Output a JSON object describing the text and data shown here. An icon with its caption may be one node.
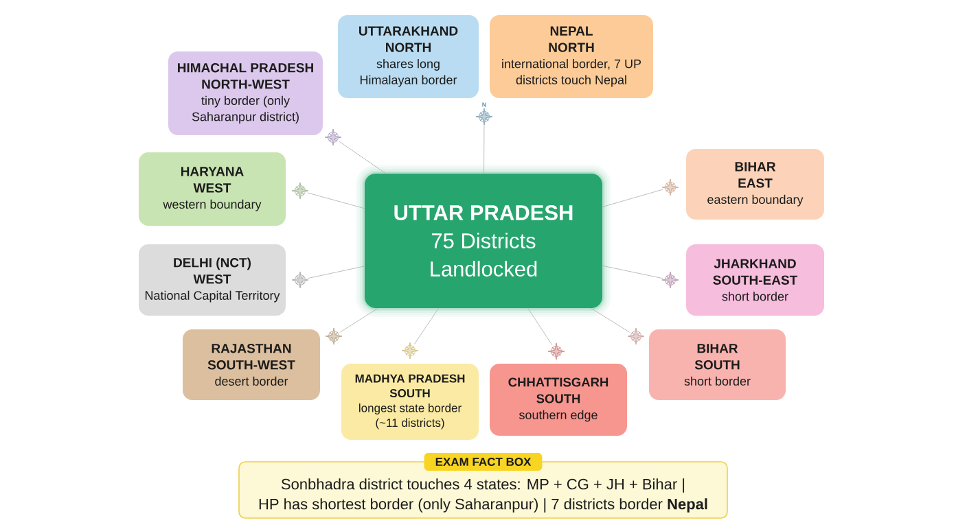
{
  "diagram": {
    "nodes": [
      {
        "text": [
          "UTTAR PRADESH",
          "75 Districts",
          "Landlocked"
        ]
      },
      {
        "text": [
          "HIMACHAL PRADESH",
          "NORTH-WEST",
          "tiny border (only Saharanpur district)"
        ]
      },
      {
        "text": [
          "UTTARAKHAND",
          "NORTH",
          "shares long Himalayan border"
        ]
      },
      {
        "text": [
          "NEPAL",
          "NORTH",
          "international border, 7 UP districts touch Nepal"
        ]
      },
      {
        "text": [
          "HARYANA",
          "WEST",
          "western boundary"
        ]
      },
      {
        "text": [
          "BIHAR",
          "EAST",
          "eastern boundary"
        ]
      },
      {
        "text": [
          "DELHI (NCT)",
          "WEST",
          "National Capital Territory"
        ]
      },
      {
        "text": [
          "JHARKHAND",
          "SOUTH-EAST",
          "short border"
        ]
      },
      {
        "text": [
          "RAJASTHAN",
          "SOUTH-WEST",
          "desert border"
        ]
      },
      {
        "text": [
          "BIHAR",
          "SOUTH",
          "short border"
        ]
      },
      {
        "text": [
          "MADHYA PRADESH",
          "SOUTH",
          "longest state border (~11 districts)"
        ]
      },
      {
        "text": [
          "CHHATTISGARH",
          "SOUTH",
          "southern edge"
        ]
      },
      {
        "text": [
          "EXAM FACT BOX",
          "Sonbhadra district touches 4 states: MP + CG + JH + Bihar | HP has shortest border (only Saharanpur) | 7 districts border **Nepal**"
        ]
      },
      {
        "text": [],
        "shape": "compass",
        "beside": [
          "N"
        ]
      },
      {
        "text": [],
        "shape": "compass"
      },
      {
        "text": [],
        "shape": "compass"
      },
      {
        "text": [],
        "shape": "compass"
      },
      {
        "text": [],
        "shape": "compass"
      },
      {
        "text": [],
        "shape": "compass"
      },
      {
        "text": [],
        "shape": "compass"
      },
      {
        "text": [],
        "shape": "compass"
      },
      {
        "text": [],
        "shape": "compass"
      },
      {
        "text": [],
        "shape": "compass"
      }
    ],
    "edges": [
      {
        "from": 0,
        "to": 13,
        "arrow": "none"
      },
      {
        "from": 0,
        "to": 14,
        "arrow": "none"
      },
      {
        "from": 0,
        "to": 15,
        "arrow": "none"
      },
      {
        "from": 0,
        "to": 16,
        "arrow": "none"
      },
      {
        "from": 0,
        "to": 17,
        "arrow": "none"
      },
      {
        "from": 0,
        "to": 18,
        "arrow": "none"
      },
      {
        "from": 0,
        "to": 19,
        "arrow": "none"
      },
      {
        "from": 0,
        "to": 20,
        "arrow": "none"
      },
      {
        "from": 0,
        "to": 21,
        "arrow": "none"
      },
      {
        "from": 0,
        "to": 22,
        "arrow": "none"
      }
    ]
  }
}
